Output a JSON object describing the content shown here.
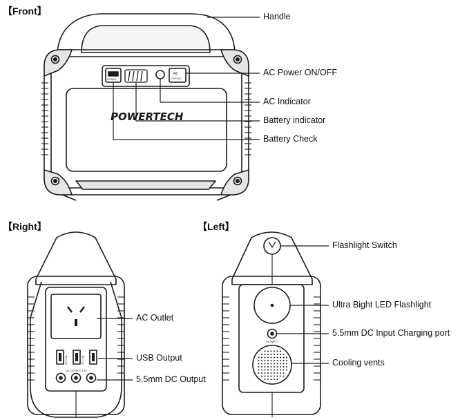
{
  "views": {
    "front": {
      "title": "【Front】"
    },
    "right": {
      "title": "【Right】"
    },
    "left": {
      "title": "【Left】"
    }
  },
  "brand": "POWERTECH",
  "panel_text": {
    "ac_button": "AC",
    "ac_button_sub": "OUTPUT",
    "battery_check_sub": "POWER",
    "dc_output_label": "DC OUTPUT 12V",
    "usb_label": "5V 2.1A",
    "dc_input_label": "DC INPUT"
  },
  "callouts": {
    "front": [
      "Handle",
      "AC Power ON/OFF",
      "AC Indicator",
      "Battery indicator",
      "Battery Check"
    ],
    "right": [
      "AC Outlet",
      "USB Output",
      "5.5mm DC Output"
    ],
    "left": [
      "Flashlight Switch",
      "Ultra Bight LED Flashlight",
      "5.5mm DC Input Charging port",
      "Cooling vents"
    ]
  },
  "colors": {
    "line": "#1a1a1a",
    "background": "#ffffff",
    "fill_dark": "#2b2b2b",
    "fill_light": "#e6e6e6"
  }
}
